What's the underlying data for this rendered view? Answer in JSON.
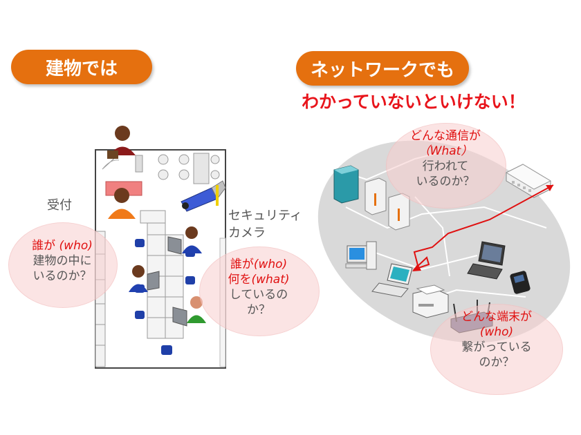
{
  "left": {
    "pill_label": "建物では",
    "reception_label": "受付",
    "camera_label_line1": "セキュリティ",
    "camera_label_line2": "カメラ",
    "bubble1": {
      "line1_a": "誰が ",
      "line1_b": "(who)",
      "line2": "建物の中に",
      "line3": "いるのか？"
    },
    "bubble2": {
      "line1_a": "誰が",
      "line1_b": "(who)",
      "line2_a": "何を",
      "line2_b": "(what)",
      "line3": "しているの",
      "line4": "か？"
    }
  },
  "right": {
    "pill_label": "ネットワークでも",
    "headline": "わかっていないといけない！",
    "bubble_top": {
      "line1": "どんな通信が",
      "line2": "（What）",
      "line3": "行われて",
      "line4": "いるのか？"
    },
    "bubble_bottom": {
      "line1": "どんな端末が",
      "line2": "(who)",
      "line3": "繋がっている",
      "line4": "のか？"
    }
  },
  "colors": {
    "accent_orange": "#e5700f",
    "headline_red": "#e8141b",
    "bubble_pink": "#f8cdcd",
    "network_gray": "#d9d9d9",
    "arrow_red": "#e01010"
  },
  "icons": [
    "receptionist-person-icon",
    "manager-person-icon",
    "security-camera-icon",
    "desk-chair-icon",
    "worker-person-icon",
    "monitor-icon",
    "server-icon",
    "desktop-pc-icon",
    "laptop-icon",
    "smartphone-icon",
    "printer-icon",
    "wireless-router-icon",
    "network-switch-icon"
  ]
}
